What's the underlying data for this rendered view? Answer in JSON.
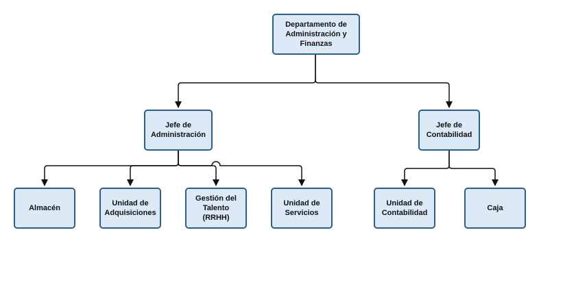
{
  "colors": {
    "node_fill": "#dceaf7",
    "node_border": "#2a5f8a",
    "connector": "#111111",
    "background": "#ffffff"
  },
  "nodes": {
    "root": {
      "label": "Departamento de\nAdministración y\nFinanzas"
    },
    "jefe_admin": {
      "label": "Jefe de\nAdministración"
    },
    "jefe_conta": {
      "label": "Jefe de\nContabilidad"
    },
    "almacen": {
      "label": "Almacén"
    },
    "adquisiciones": {
      "label": "Unidad de\nAdquisiciones"
    },
    "talento": {
      "label": "Gestión del\nTalento\n(RRHH)"
    },
    "servicios": {
      "label": "Unidad de\nServicios"
    },
    "unidad_conta": {
      "label": "Unidad de\nContabilidad"
    },
    "caja": {
      "label": "Caja"
    }
  },
  "edges": [
    {
      "from": "root",
      "to": "jefe_admin"
    },
    {
      "from": "root",
      "to": "jefe_conta"
    },
    {
      "from": "jefe_admin",
      "to": "almacen"
    },
    {
      "from": "jefe_admin",
      "to": "adquisiciones"
    },
    {
      "from": "jefe_admin",
      "to": "talento"
    },
    {
      "from": "jefe_admin",
      "to": "servicios"
    },
    {
      "from": "jefe_conta",
      "to": "unidad_conta"
    },
    {
      "from": "jefe_conta",
      "to": "caja"
    }
  ]
}
